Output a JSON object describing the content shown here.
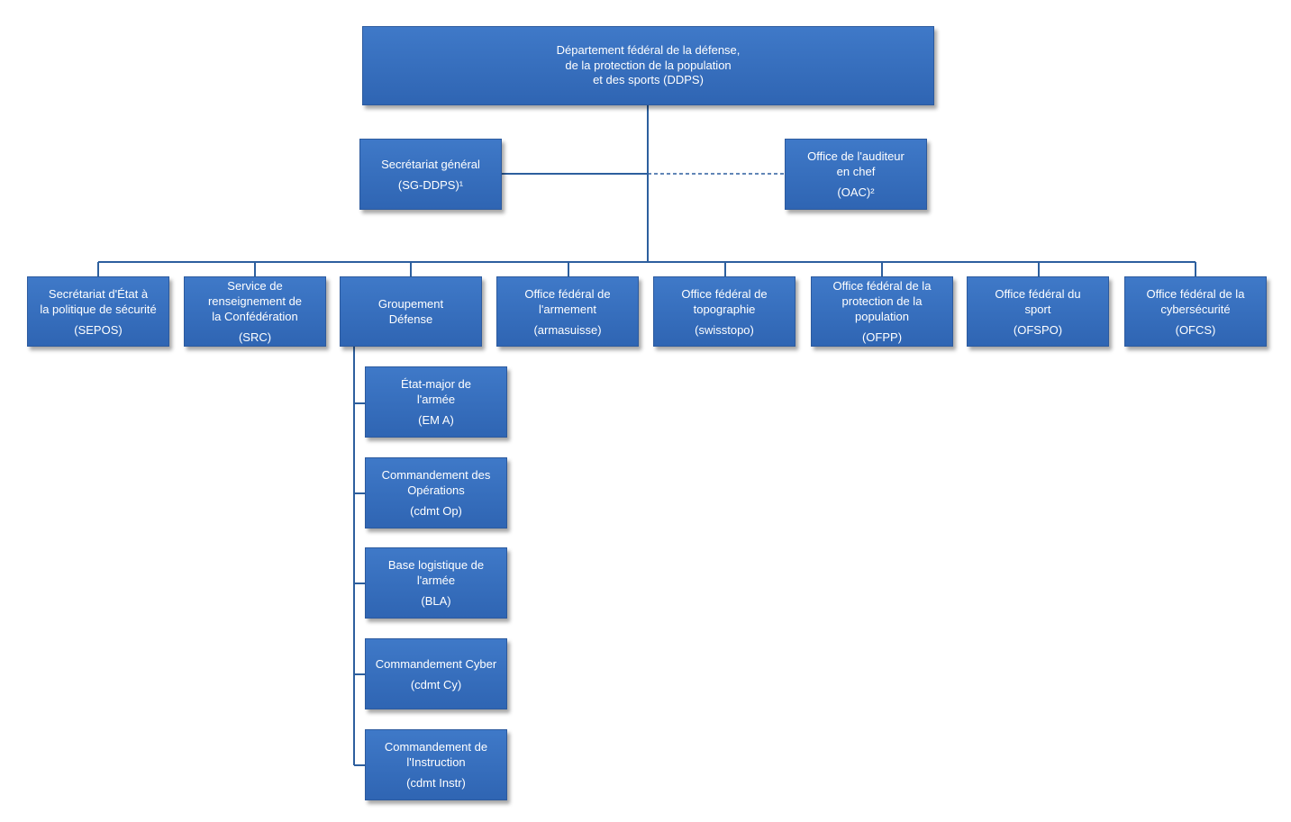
{
  "colors": {
    "box": "#3570be",
    "line": "#2d5f9e",
    "text": "#ffffff"
  },
  "root": {
    "name": "Département fédéral de la défense,\nde la protection de la population\net des sports (DDPS)"
  },
  "staff": {
    "left": {
      "name": "Secrétariat général",
      "abbr": "(SG-DDPS)¹"
    },
    "right": {
      "name": "Office de l'auditeur\nen chef",
      "abbr": "(OAC)²"
    }
  },
  "units": [
    {
      "name": "Secrétariat d'État à\nla politique de sécurité",
      "abbr": "(SEPOS)"
    },
    {
      "name": "Service de\nrenseignement de\nla Confédération",
      "abbr": "(SRC)"
    },
    {
      "name": "Groupement\nDéfense",
      "abbr": ""
    },
    {
      "name": "Office fédéral de\nl'armement",
      "abbr": "(armasuisse)"
    },
    {
      "name": "Office fédéral de\ntopographie",
      "abbr": "(swisstopo)"
    },
    {
      "name": "Office fédéral de la\nprotection de la\npopulation",
      "abbr": "(OFPP)"
    },
    {
      "name": "Office fédéral du\nsport",
      "abbr": "(OFSPO)"
    },
    {
      "name": "Office fédéral de la\ncybersécurité",
      "abbr": "(OFCS)"
    }
  ],
  "defense_units": [
    {
      "name": "État-major de\nl'armée",
      "abbr": "(EM A)"
    },
    {
      "name": "Commandement des\nOpérations",
      "abbr": "(cdmt Op)"
    },
    {
      "name": "Base logistique de\nl'armée",
      "abbr": "(BLA)"
    },
    {
      "name": "Commandement Cyber",
      "abbr": "(cdmt Cy)"
    },
    {
      "name": "Commandement de\nl'Instruction",
      "abbr": "(cdmt Instr)"
    }
  ]
}
